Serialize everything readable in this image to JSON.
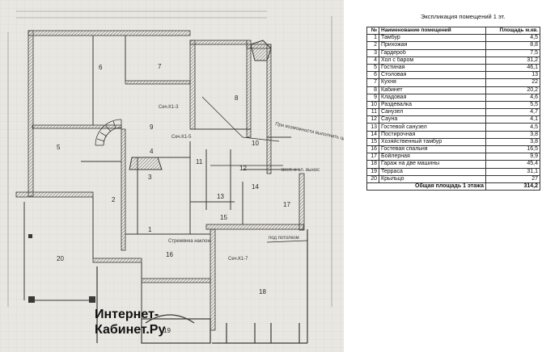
{
  "plan": {
    "room_numbers": [
      "1",
      "2",
      "3",
      "4",
      "5",
      "6",
      "7",
      "8",
      "9",
      "10",
      "11",
      "12",
      "13",
      "14",
      "15",
      "16",
      "17",
      "18",
      "19",
      "20"
    ],
    "notes": {
      "section_label_a": "Сеч.К1-3",
      "section_label_b": "Сеч.К1-5",
      "section_label_c": "Сеч.К1-7",
      "annotation_side": "При возможности выполнить цвет. по прилагаемому (б вынесено)",
      "annotation_bottom": "под потолком",
      "annotation_bottom_2": "Стремянка наклон",
      "annotation_right": "вент. и эл. вынос"
    }
  },
  "table": {
    "title": "Экспликация помещений 1 эт.",
    "headers": {
      "no": "№",
      "name": "Наименование помещений",
      "area": "Площадь м.кв."
    },
    "rows": [
      {
        "no": "1",
        "name": "Тамбур",
        "area": "4,5"
      },
      {
        "no": "2",
        "name": "Прихожая",
        "area": "8,8"
      },
      {
        "no": "3",
        "name": "Гардероб",
        "area": "7,5"
      },
      {
        "no": "4",
        "name": "Хол с баром",
        "area": "31,2"
      },
      {
        "no": "5",
        "name": "Гостиная",
        "area": "46,1"
      },
      {
        "no": "6",
        "name": "Столовая",
        "area": "13"
      },
      {
        "no": "7",
        "name": "Кухня",
        "area": "22"
      },
      {
        "no": "8",
        "name": "Кабинет",
        "area": "20,2"
      },
      {
        "no": "9",
        "name": "Кладовая",
        "area": "4,6"
      },
      {
        "no": "10",
        "name": "Раздевалка",
        "area": "5,5"
      },
      {
        "no": "11",
        "name": "Санузел",
        "area": "4,7"
      },
      {
        "no": "12",
        "name": "Сауна",
        "area": "4,1"
      },
      {
        "no": "13",
        "name": "Гостевой санузел",
        "area": "4,5"
      },
      {
        "no": "14",
        "name": "Постирочная",
        "area": "3,8"
      },
      {
        "no": "15",
        "name": "Хозяйственный тамбур",
        "area": "3,8"
      },
      {
        "no": "16",
        "name": "Гостевая спальня",
        "area": "16,5"
      },
      {
        "no": "17",
        "name": "Бойлерная",
        "area": "9,9"
      },
      {
        "no": "18",
        "name": "Гараж на две машины",
        "area": "45,4"
      },
      {
        "no": "19",
        "name": "Терраса",
        "area": "31,1"
      },
      {
        "no": "20",
        "name": "Крыльцо",
        "area": "27"
      }
    ],
    "total_label": "Общая площадь 1 этажа",
    "total_area": "314,2"
  },
  "watermark": {
    "line1": "Интернет-",
    "line2": "Кабинет.Ру"
  }
}
